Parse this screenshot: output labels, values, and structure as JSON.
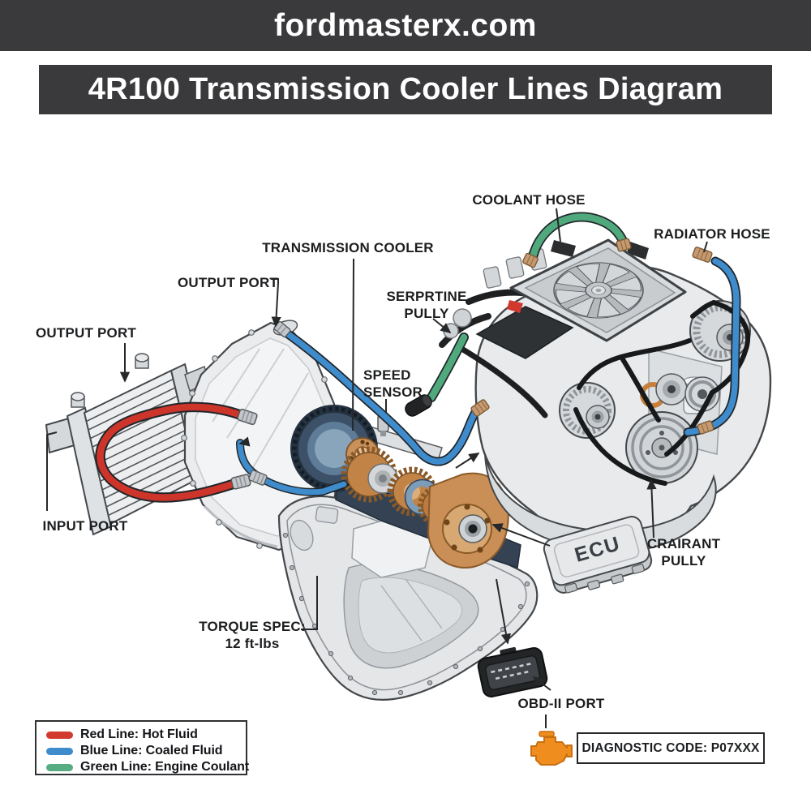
{
  "header": {
    "site": "fordmasterx.com"
  },
  "banner": {
    "title": "4R100 Transmission Cooler Lines Diagram"
  },
  "diagram": {
    "labels": {
      "coolant_hose": "COOLANT HOSE",
      "radiator_hose": "RADIATOR HOSE",
      "transmission_cooler": "TRANSMISSION COOLER",
      "output_port_transmission": "OUTPUT PORT",
      "output_port_cooler": "OUTPUT PORT",
      "input_port": "INPUT PORT",
      "serpentine_pulley": {
        "line1": "SERPRTINE",
        "line2": "PULLY"
      },
      "speed_sensor": {
        "line1": "SPEED",
        "line2": "SENSOR"
      },
      "crank_pulley": {
        "line1": "CRAIRANT",
        "line2": "PULLY"
      },
      "torque_spec": {
        "line1": "TORQUE SPEC:",
        "line2": "12 ft-lbs"
      },
      "ecu": "ECU",
      "obd_port": "OBD-II PORT"
    },
    "diagnostic_box": {
      "text": "DIAGNOSTIC CODE: P07XXX"
    },
    "icons": {
      "check_engine": "check-engine-icon"
    }
  },
  "legend": {
    "items": [
      {
        "label": "Red Line: Hot Fluid",
        "color": "#d23a2f"
      },
      {
        "label": "Blue Line: Coaled Fluid",
        "color": "#3f8ccd"
      },
      {
        "label": "Green Line: Engine Coulant",
        "color": "#57ac81"
      }
    ]
  },
  "colors": {
    "bar_background": "#3a3a3c",
    "hot_line": "#cd352b",
    "cooled_line": "#3f8ccd",
    "coolant_line": "#4fa97c",
    "copper": "#c28347",
    "check_engine_orange": "#ef8d1f",
    "metal": "#e8eaec",
    "outline": "#45484b"
  }
}
